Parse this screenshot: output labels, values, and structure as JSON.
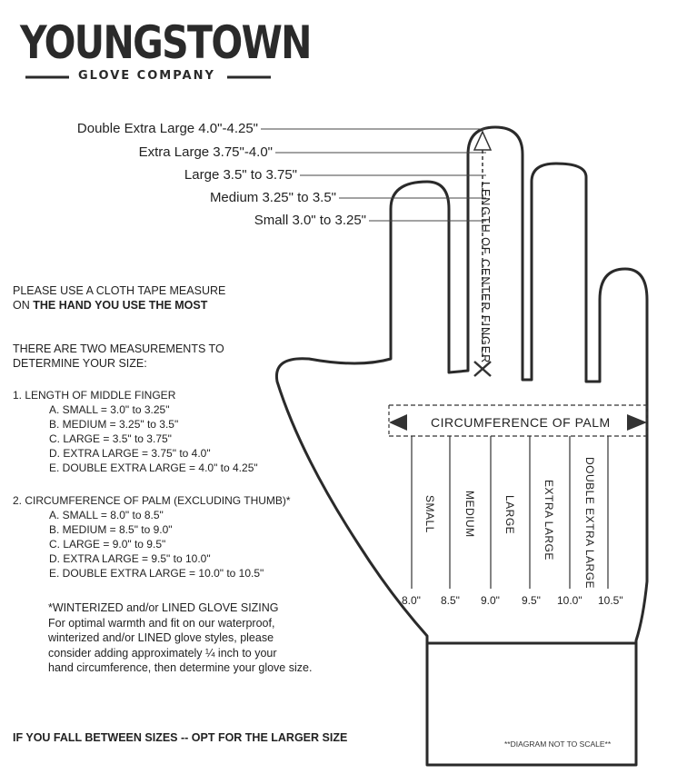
{
  "logo": {
    "name": "YOUNGSTOWN",
    "tagline": "GLOVE COMPANY"
  },
  "finger_sizes": [
    "Double Extra Large 4.0\"-4.25\"",
    "Extra Large 3.75\"-4.0\"",
    "Large 3.5\" to 3.75\"",
    "Medium 3.25\" to 3.5\"",
    "Small 3.0\" to 3.25\""
  ],
  "diagram": {
    "center_finger_label": "LENGTH OF CENTER FINGER",
    "palm_label": "CIRCUMFERENCE OF PALM",
    "palm_sizes": [
      "SMALL",
      "MEDIUM",
      "LARGE",
      "EXTRA LARGE",
      "DOUBLE EXTRA LARGE"
    ],
    "palm_ticks": [
      "8.0\"",
      "8.5\"",
      "9.0\"",
      "9.5\"",
      "10.0\"",
      "10.5\""
    ]
  },
  "instructions": {
    "line1": "PLEASE USE A CLOTH TAPE MEASURE",
    "line2_prefix": "ON ",
    "line2_bold": "THE HAND YOU USE THE MOST",
    "intro_line1": "THERE ARE TWO MEASUREMENTS TO",
    "intro_line2": "DETERMINE YOUR SIZE:"
  },
  "middle_finger": {
    "heading": "1. LENGTH OF MIDDLE FINGER",
    "items": [
      "A. SMALL = 3.0\" to 3.25\"",
      "B. MEDIUM = 3.25\" to 3.5\"",
      "C. LARGE = 3.5\" to 3.75\"",
      "D. EXTRA LARGE = 3.75\" to  4.0\"",
      "E. DOUBLE EXTRA LARGE = 4.0\" to 4.25\""
    ]
  },
  "palm": {
    "heading": "2. CIRCUMFERENCE OF PALM (EXCLUDING THUMB)*",
    "items": [
      "A. SMALL = 8.0\" to 8.5\"",
      "B. MEDIUM = 8.5\" to 9.0\"",
      "C. LARGE = 9.0\" to 9.5\"",
      "D. EXTRA LARGE = 9.5\" to 10.0\"",
      "E. DOUBLE EXTRA LARGE = 10.0\" to 10.5\""
    ]
  },
  "winterized": {
    "heading": "*WINTERIZED and/or LINED GLOVE SIZING",
    "lines": [
      "For optimal warmth and fit on our waterproof,",
      "winterized and/or LINED glove styles, please",
      "consider adding approximately ¼ inch to your",
      "hand circumference, then determine your glove size."
    ]
  },
  "footer": {
    "advice": "IF YOU FALL BETWEEN SIZES -- OPT FOR THE LARGER SIZE",
    "note": "**DIAGRAM NOT TO SCALE**"
  }
}
